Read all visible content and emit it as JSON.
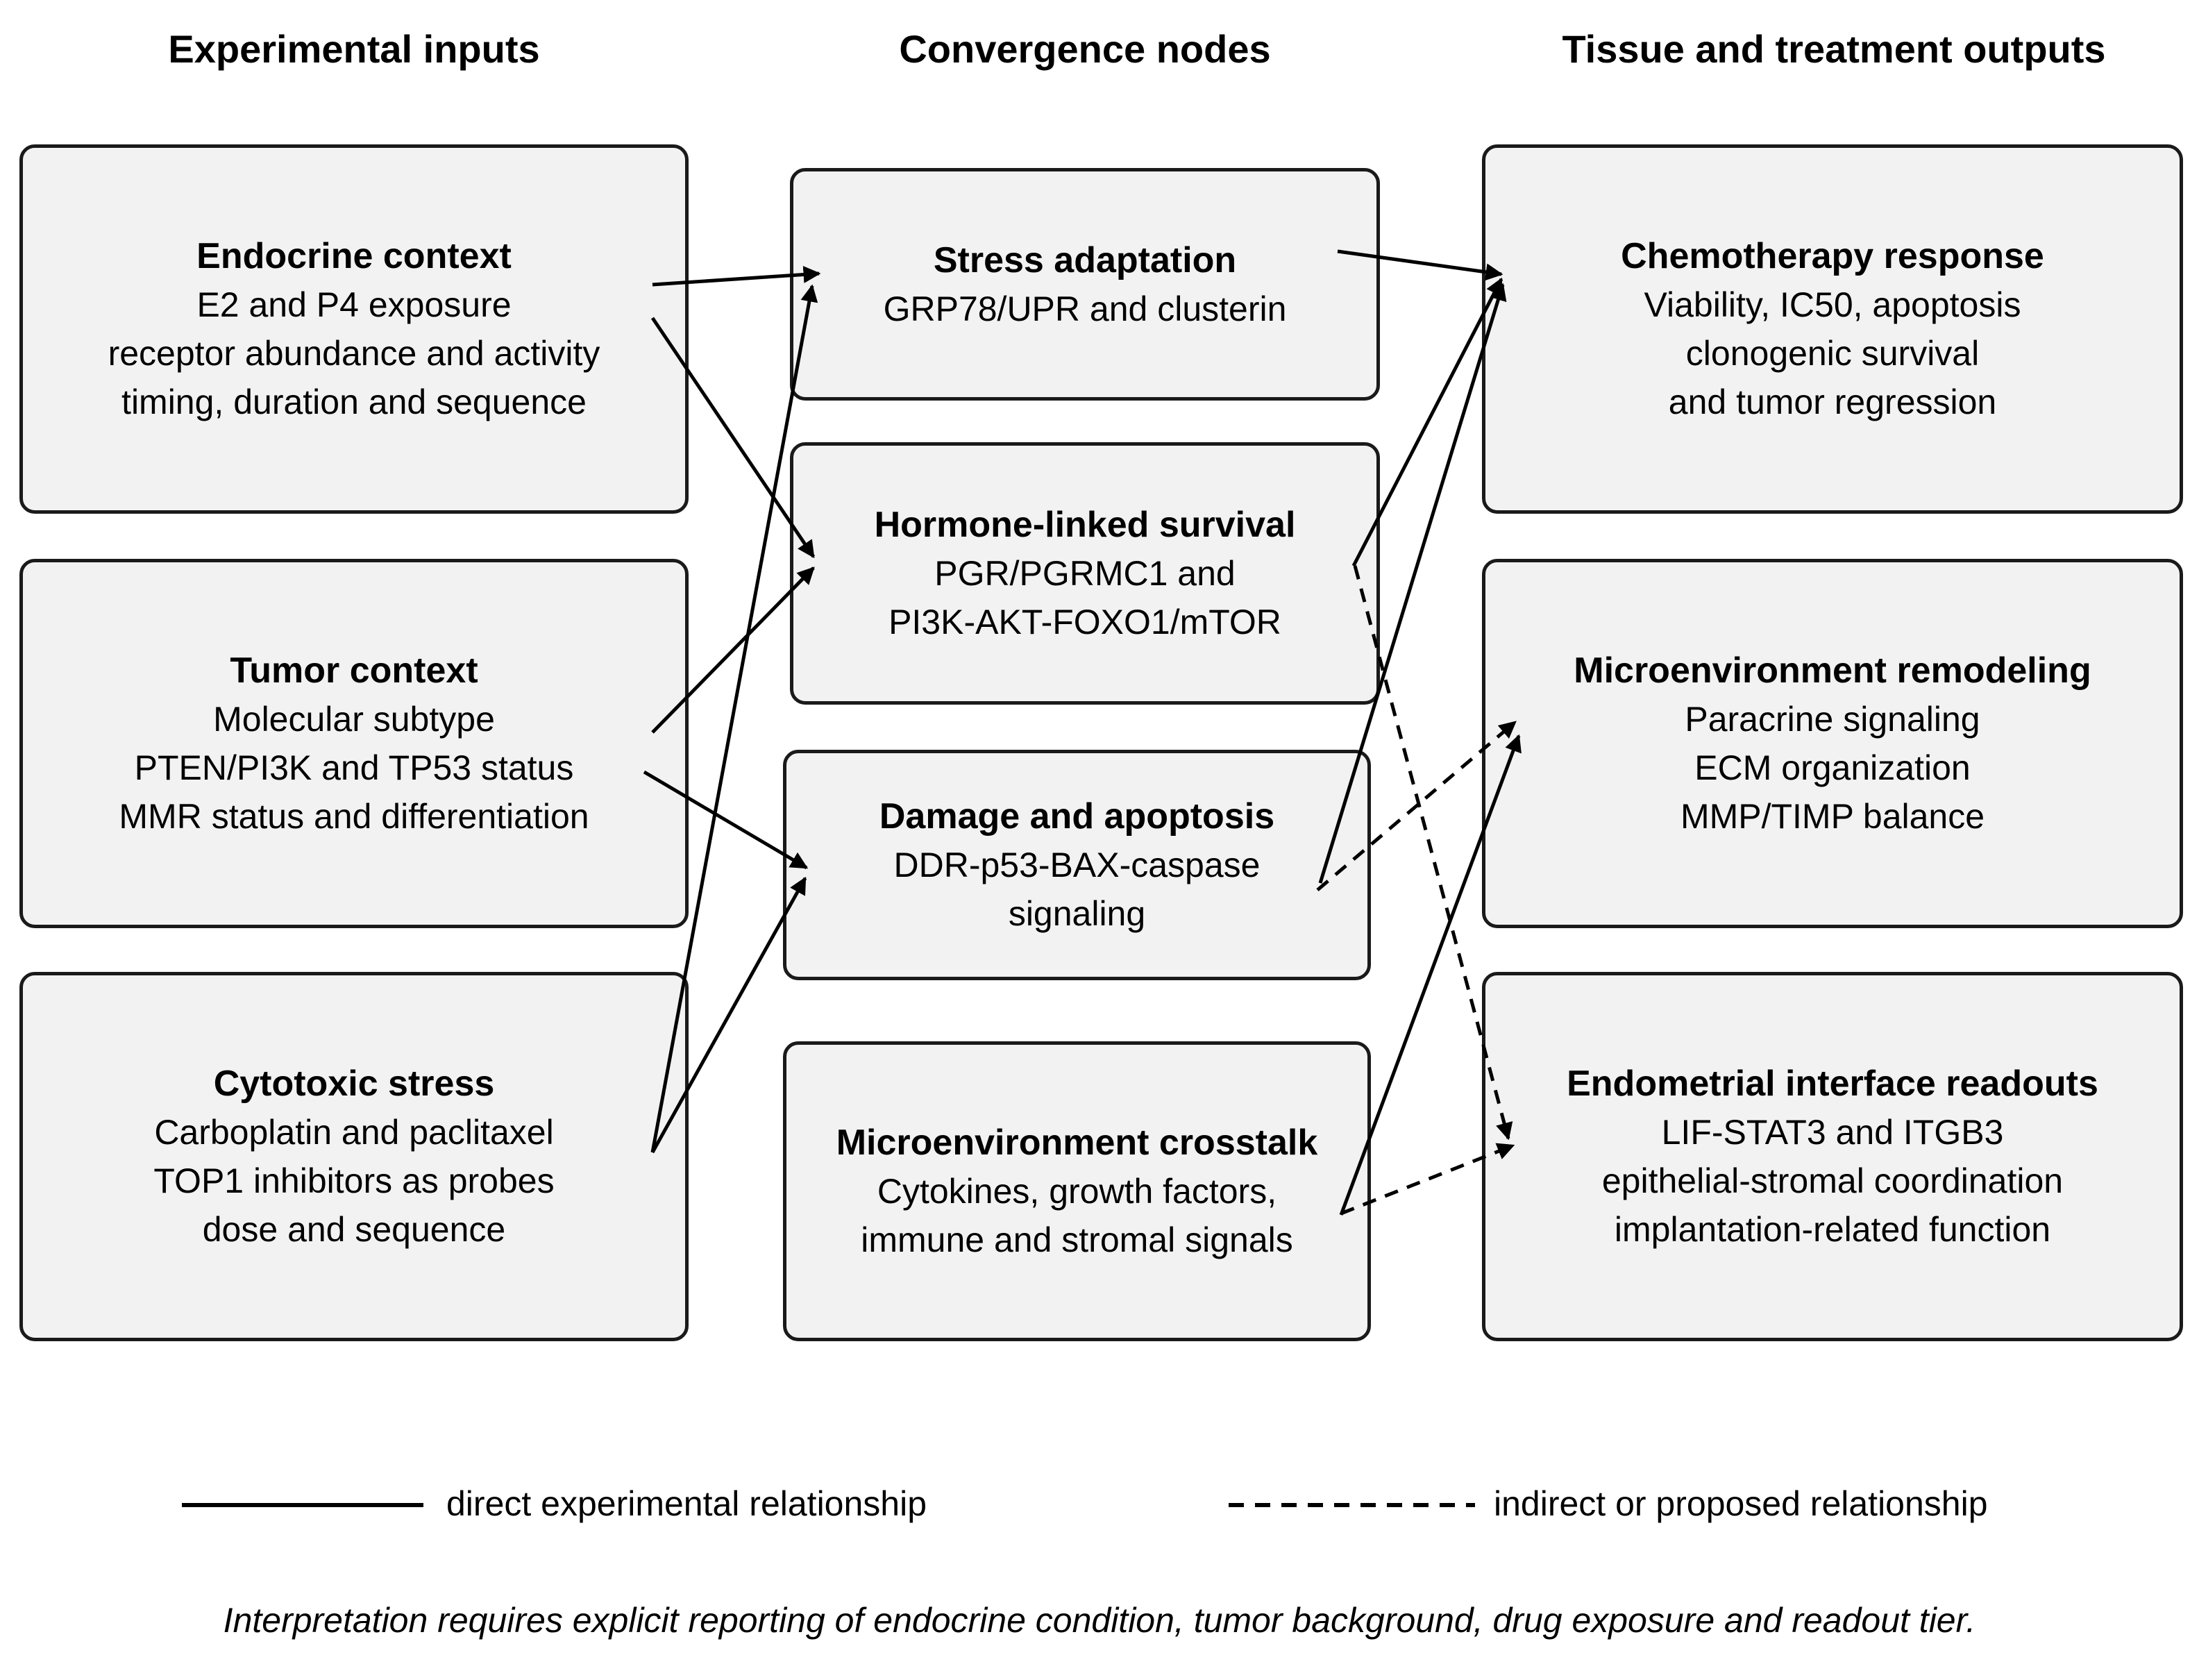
{
  "columns": {
    "inputs": "Experimental inputs",
    "nodes": "Convergence nodes",
    "outputs": "Tissue and treatment outputs"
  },
  "inputs": [
    {
      "title": "Endocrine context",
      "lines": [
        "E2 and P4 exposure",
        "receptor abundance and activity",
        "timing, duration and sequence"
      ]
    },
    {
      "title": "Tumor context",
      "lines": [
        "Molecular subtype",
        "PTEN/PI3K and TP53 status",
        "MMR status and differentiation"
      ]
    },
    {
      "title": "Cytotoxic stress",
      "lines": [
        "Carboplatin and paclitaxel",
        "TOP1 inhibitors as probes",
        "dose and sequence"
      ]
    }
  ],
  "nodes": [
    {
      "title": "Stress adaptation",
      "lines": [
        "GRP78/UPR and clusterin"
      ]
    },
    {
      "title": "Hormone-linked survival",
      "lines": [
        "PGR/PGRMC1 and",
        "PI3K-AKT-FOXO1/mTOR"
      ]
    },
    {
      "title": "Damage and apoptosis",
      "lines": [
        "DDR-p53-BAX-caspase",
        "signaling"
      ]
    },
    {
      "title": "Microenvironment crosstalk",
      "lines": [
        "Cytokines, growth factors,",
        "immune and stromal signals"
      ]
    }
  ],
  "outputs": [
    {
      "title": "Chemotherapy response",
      "lines": [
        "Viability, IC50, apoptosis",
        "clonogenic survival",
        "and tumor regression"
      ]
    },
    {
      "title": "Microenvironment remodeling",
      "lines": [
        "Paracrine signaling",
        "ECM organization",
        "MMP/TIMP balance"
      ]
    },
    {
      "title": "Endometrial interface readouts",
      "lines": [
        "LIF-STAT3 and ITGB3",
        "epithelial-stromal coordination",
        "implantation-related function"
      ]
    }
  ],
  "edges": [
    {
      "from": "Endocrine context",
      "to": "Stress adaptation",
      "style": "solid"
    },
    {
      "from": "Endocrine context",
      "to": "Hormone-linked survival",
      "style": "solid"
    },
    {
      "from": "Tumor context",
      "to": "Hormone-linked survival",
      "style": "solid"
    },
    {
      "from": "Tumor context",
      "to": "Damage and apoptosis",
      "style": "solid"
    },
    {
      "from": "Cytotoxic stress",
      "to": "Stress adaptation",
      "style": "solid"
    },
    {
      "from": "Cytotoxic stress",
      "to": "Damage and apoptosis",
      "style": "solid"
    },
    {
      "from": "Stress adaptation",
      "to": "Chemotherapy response",
      "style": "solid"
    },
    {
      "from": "Hormone-linked survival",
      "to": "Chemotherapy response",
      "style": "solid"
    },
    {
      "from": "Damage and apoptosis",
      "to": "Chemotherapy response",
      "style": "solid"
    },
    {
      "from": "Microenvironment crosstalk",
      "to": "Microenvironment remodeling",
      "style": "solid"
    },
    {
      "from": "Hormone-linked survival",
      "to": "Endometrial interface readouts",
      "style": "dashed"
    },
    {
      "from": "Damage and apoptosis",
      "to": "Microenvironment remodeling",
      "style": "dashed"
    },
    {
      "from": "Microenvironment crosstalk",
      "to": "Endometrial interface readouts",
      "style": "dashed"
    }
  ],
  "legend": {
    "solid_label": "direct experimental relationship",
    "dashed_label": "indirect or proposed relationship"
  },
  "footnote": "Interpretation requires explicit reporting of endocrine condition, tumor background, drug exposure and readout tier.",
  "colors": {
    "box_fill": "#f2f2f2",
    "box_border": "#1a1a1a",
    "line": "#000000"
  }
}
